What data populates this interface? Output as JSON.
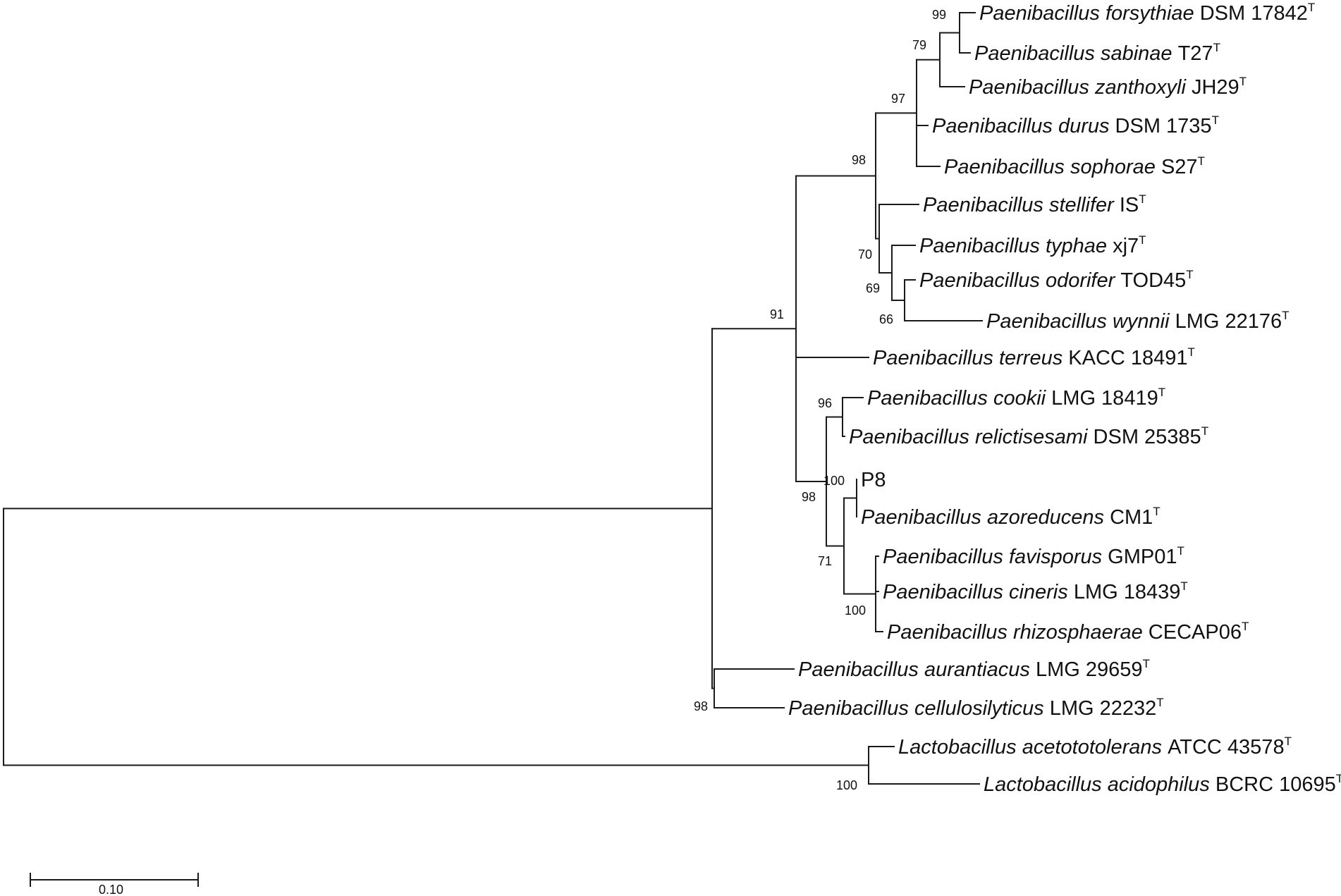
{
  "tree": {
    "taxa": [
      {
        "id": "forsythiae",
        "genus": "Paenibacillus forsythiae",
        "strain": "DSM 17842",
        "sup": "T"
      },
      {
        "id": "sabinae",
        "genus": "Paenibacillus sabinae",
        "strain": "T27",
        "sup": "T"
      },
      {
        "id": "zanthoxyli",
        "genus": "Paenibacillus zanthoxyli",
        "strain": "JH29",
        "sup": "T"
      },
      {
        "id": "durus",
        "genus": "Paenibacillus durus",
        "strain": "DSM 1735",
        "sup": "T"
      },
      {
        "id": "sophorae",
        "genus": "Paenibacillus sophorae",
        "strain": "S27",
        "sup": "T"
      },
      {
        "id": "stellifer",
        "genus": "Paenibacillus stellifer",
        "strain": "IS",
        "sup": "T"
      },
      {
        "id": "typhae",
        "genus": "Paenibacillus typhae",
        "strain": "xj7",
        "sup": "T"
      },
      {
        "id": "odorifer",
        "genus": "Paenibacillus odorifer",
        "strain": "TOD45",
        "sup": "T"
      },
      {
        "id": "wynnii",
        "genus": "Paenibacillus wynnii",
        "strain": "LMG 22176",
        "sup": "T"
      },
      {
        "id": "terreus",
        "genus": "Paenibacillus terreus",
        "strain": "KACC 18491",
        "sup": "T"
      },
      {
        "id": "cookii",
        "genus": "Paenibacillus cookii",
        "strain": "LMG 18419",
        "sup": "T"
      },
      {
        "id": "relictisesami",
        "genus": "Paenibacillus relictisesami",
        "strain": "DSM 25385",
        "sup": "T"
      },
      {
        "id": "P8",
        "genus": "",
        "strain": "P8",
        "sup": ""
      },
      {
        "id": "azoreducens",
        "genus": "Paenibacillus azoreducens",
        "strain": "CM1",
        "sup": "T"
      },
      {
        "id": "favisporus",
        "genus": "Paenibacillus favisporus",
        "strain": "GMP01",
        "sup": "T"
      },
      {
        "id": "cineris",
        "genus": "Paenibacillus cineris",
        "strain": "LMG 18439",
        "sup": "T"
      },
      {
        "id": "rhizosphaerae",
        "genus": "Paenibacillus rhizosphaerae",
        "strain": "CECAP06",
        "sup": "T"
      },
      {
        "id": "aurantiacus",
        "genus": "Paenibacillus aurantiacus",
        "strain": "LMG 29659",
        "sup": "T"
      },
      {
        "id": "cellulosilyticus",
        "genus": "Paenibacillus cellulosilyticus",
        "strain": "LMG 22232",
        "sup": "T"
      },
      {
        "id": "acetotolerans",
        "genus": "Lactobacillus acetototolerans",
        "strain": "ATCC 43578",
        "sup": "T"
      },
      {
        "id": "acidophilus",
        "genus": "Lactobacillus acidophilus",
        "strain": "BCRC 10695",
        "sup": "T"
      }
    ],
    "support_values": [
      "99",
      "79",
      "97",
      "98",
      "70",
      "69",
      "66",
      "91",
      "96",
      "100",
      "98",
      "71",
      "100",
      "98",
      "100"
    ],
    "scale_bar_label": "0.10",
    "scale_bar_length": 0.1
  }
}
